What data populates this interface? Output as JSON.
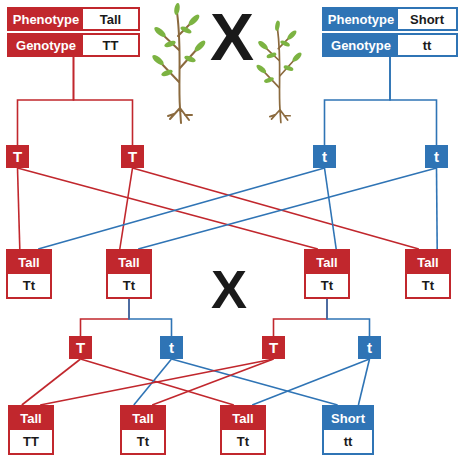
{
  "diagram": {
    "nodes": [
      {
        "text": [
          "Phenotype",
          "Tall"
        ]
      },
      {
        "text": [
          "Phenotype",
          "Short"
        ]
      },
      {
        "text": [
          "Genotype",
          "TT"
        ]
      },
      {
        "text": [
          "Genotype",
          "tt"
        ]
      },
      {
        "text": [
          "T"
        ]
      },
      {
        "text": [
          "T"
        ]
      },
      {
        "text": [
          "t"
        ]
      },
      {
        "text": [
          "t"
        ]
      },
      {
        "text": [
          "Tall",
          "Tt"
        ]
      },
      {
        "text": [
          "Tall",
          "Tt"
        ]
      },
      {
        "text": [
          "Tall",
          "Tt"
        ]
      },
      {
        "text": [
          "Tall",
          "Tt"
        ]
      },
      {
        "text": [
          "T"
        ]
      },
      {
        "text": [
          "t"
        ]
      },
      {
        "text": [
          "T"
        ]
      },
      {
        "text": [
          "t"
        ]
      },
      {
        "text": [
          "Tall",
          "TT"
        ]
      },
      {
        "text": [
          "Tall",
          "Tt"
        ]
      },
      {
        "text": [
          "Tall",
          "Tt"
        ]
      },
      {
        "text": [
          "Short",
          "tt"
        ]
      }
    ],
    "edges": [
      {
        "from": 2,
        "to": 4,
        "arrow": "none"
      },
      {
        "from": 2,
        "to": 5,
        "arrow": "none"
      },
      {
        "from": 3,
        "to": 6,
        "arrow": "none"
      },
      {
        "from": 3,
        "to": 7,
        "arrow": "none"
      },
      {
        "from": 4,
        "to": 8,
        "arrow": "none"
      },
      {
        "from": 4,
        "to": 10,
        "arrow": "none"
      },
      {
        "from": 5,
        "to": 9,
        "arrow": "none"
      },
      {
        "from": 5,
        "to": 11,
        "arrow": "none"
      },
      {
        "from": 6,
        "to": 8,
        "arrow": "none"
      },
      {
        "from": 6,
        "to": 10,
        "arrow": "none"
      },
      {
        "from": 7,
        "to": 9,
        "arrow": "none"
      },
      {
        "from": 7,
        "to": 11,
        "arrow": "none"
      },
      {
        "from": 9,
        "to": 12,
        "arrow": "none"
      },
      {
        "from": 9,
        "to": 13,
        "arrow": "none"
      },
      {
        "from": 10,
        "to": 14,
        "arrow": "none"
      },
      {
        "from": 10,
        "to": 15,
        "arrow": "none"
      },
      {
        "from": 12,
        "to": 16,
        "arrow": "none"
      },
      {
        "from": 12,
        "to": 18,
        "arrow": "none"
      },
      {
        "from": 13,
        "to": 17,
        "arrow": "none"
      },
      {
        "from": 13,
        "to": 19,
        "arrow": "none"
      },
      {
        "from": 14,
        "to": 16,
        "arrow": "none"
      },
      {
        "from": 14,
        "to": 17,
        "arrow": "none"
      },
      {
        "from": 15,
        "to": 18,
        "arrow": "none"
      },
      {
        "from": 15,
        "to": 19,
        "arrow": "none"
      }
    ],
    "labels": [
      "X",
      "X"
    ]
  }
}
